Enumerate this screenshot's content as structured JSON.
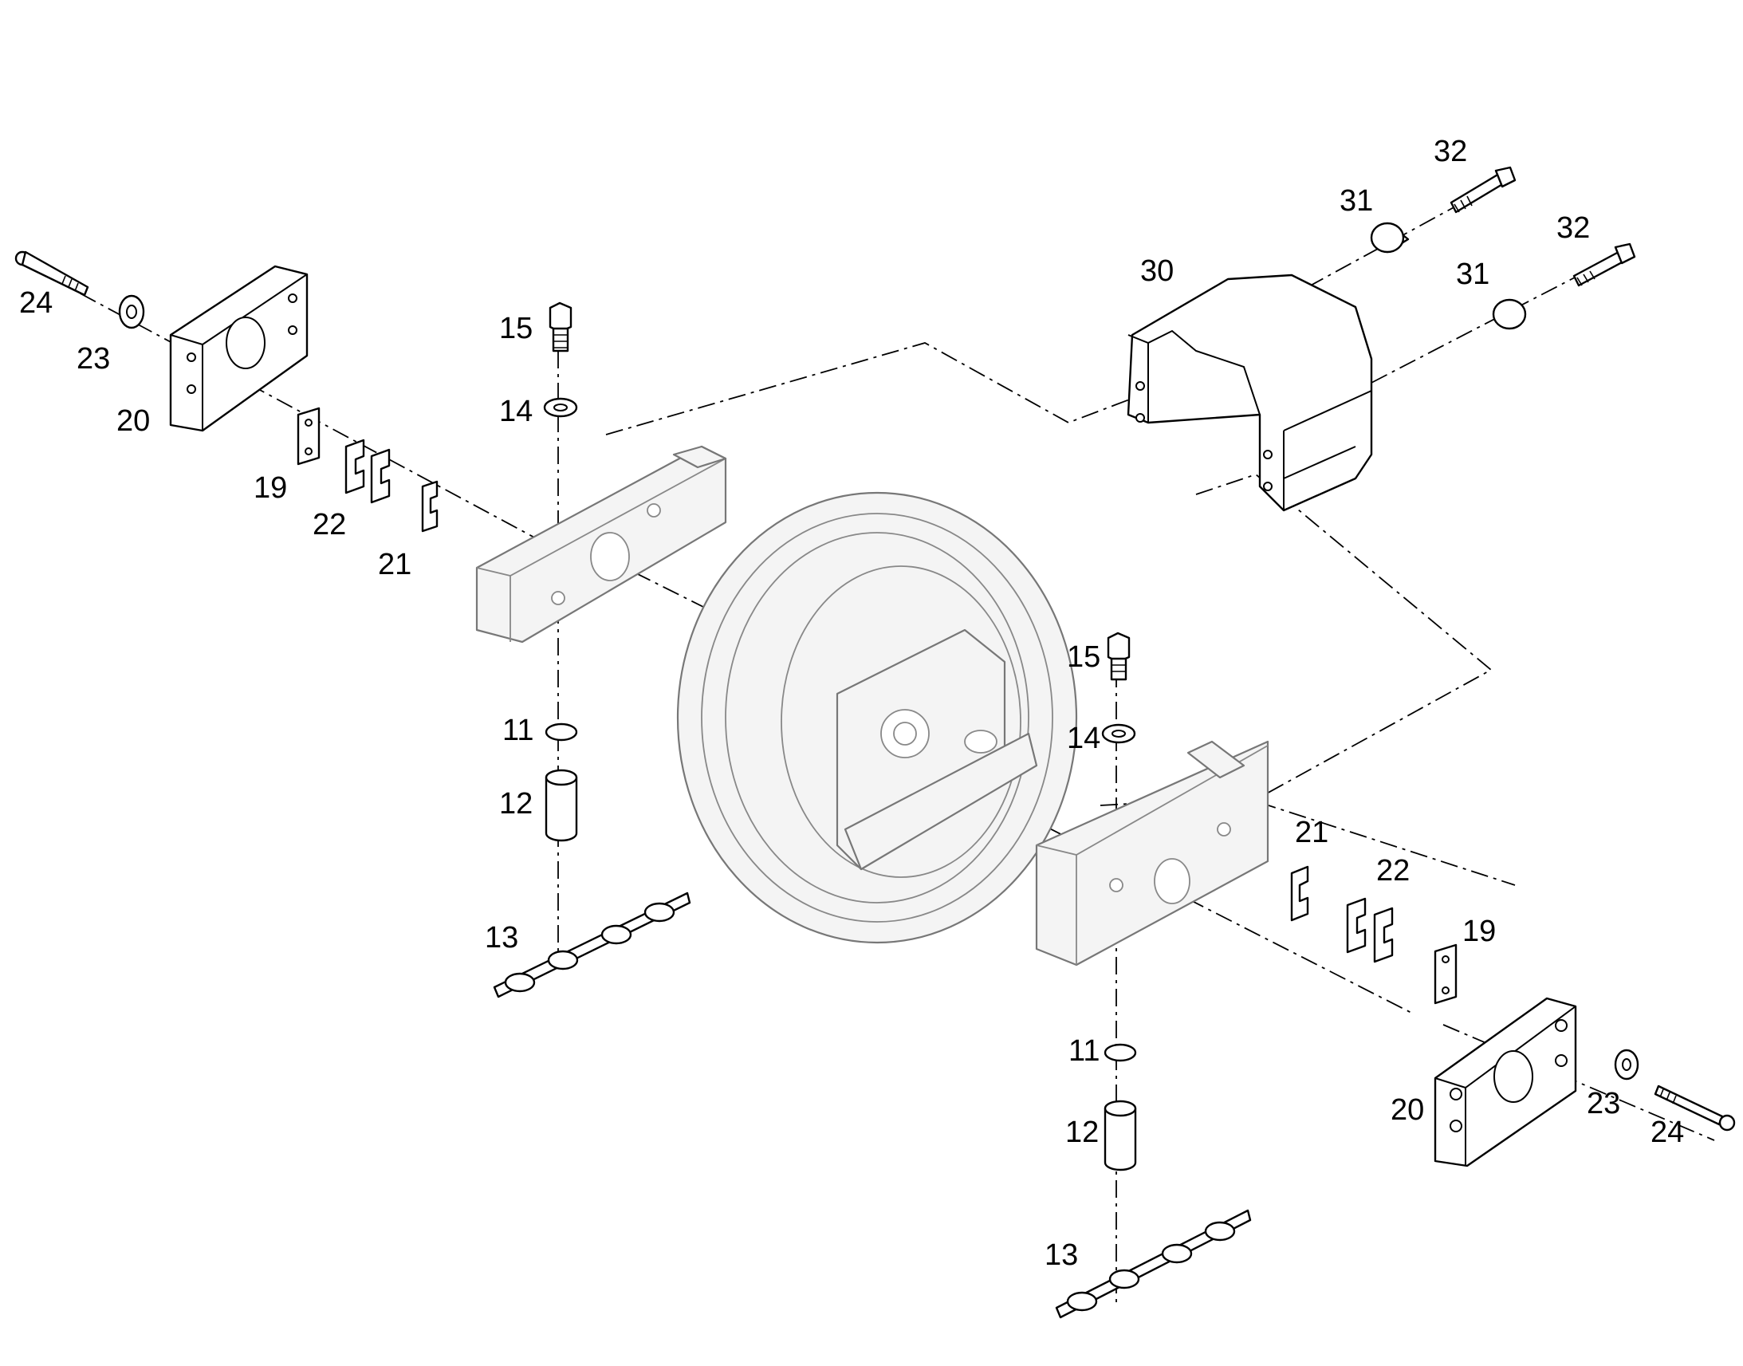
{
  "callouts": {
    "c24_left": "24",
    "c23_left": "23",
    "c20_left": "20",
    "c19_left": "19",
    "c22_left": "22",
    "c21_left": "21",
    "c15_left": "15",
    "c14_left": "14",
    "c11_left": "11",
    "c12_left": "12",
    "c13_left": "13",
    "c30": "30",
    "c31_top": "31",
    "c32_top": "32",
    "c31_mid": "31",
    "c32_mid": "32",
    "c15_right": "15",
    "c14_right": "14",
    "c21_right": "21",
    "c22_right": "22",
    "c19_right": "19",
    "c11_right": "11",
    "c12_right": "12",
    "c13_right": "13",
    "c20_right": "20",
    "c23_right": "23",
    "c24_right": "24"
  }
}
